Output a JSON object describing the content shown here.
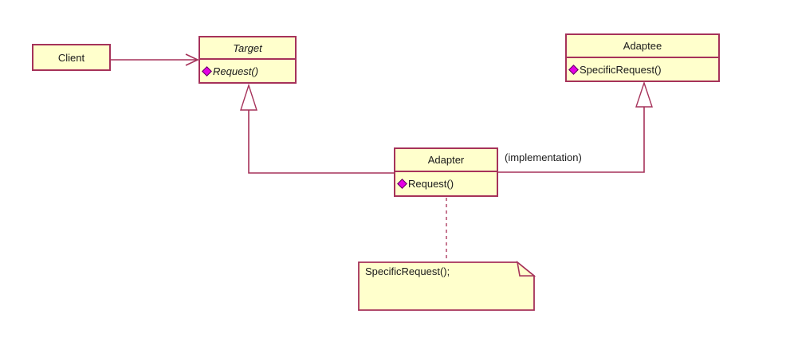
{
  "diagram": {
    "pattern": "Adapter",
    "client": {
      "label": "Client"
    },
    "classes": [
      {
        "name": "Target",
        "abstract": true,
        "method": "Request()"
      },
      {
        "name": "Adaptee",
        "abstract": false,
        "method": "SpecificRequest()"
      },
      {
        "name": "Adapter",
        "abstract": false,
        "method": "Request()"
      }
    ],
    "labels": {
      "implementation": "(implementation)"
    },
    "note": {
      "text": "SpecificRequest();"
    },
    "relationships": [
      {
        "type": "dependency-arrow",
        "from": "Client",
        "to": "Target"
      },
      {
        "type": "generalization",
        "from": "Adapter",
        "to": "Target"
      },
      {
        "type": "generalization",
        "from": "Adapter",
        "to": "Adaptee"
      },
      {
        "type": "note-anchor",
        "from": "Adapter",
        "to": "note"
      }
    ],
    "colors": {
      "line": "#A6325A",
      "box_fill": "#FFFFCC",
      "method_icon": "#E500E5",
      "text": "#1A1A1A",
      "background": "#FFFFFF"
    }
  }
}
